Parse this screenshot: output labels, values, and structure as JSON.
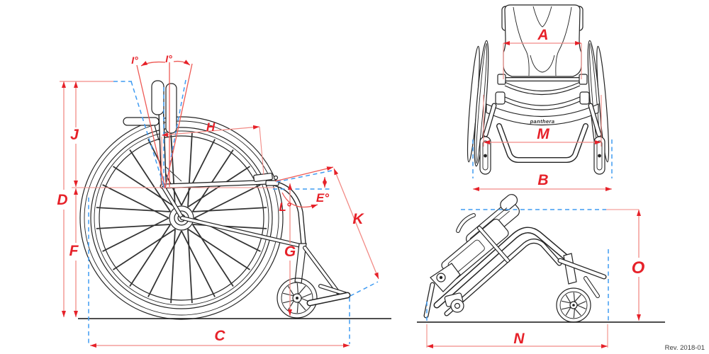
{
  "labels": {
    "side": {
      "i_left": "I°",
      "i_right": "I°",
      "j": "J",
      "d": "D",
      "f": "F",
      "h": "H",
      "e": "E°",
      "l": "L°",
      "k": "K",
      "g": "G",
      "c": "C"
    },
    "front": {
      "a": "A",
      "m": "M",
      "b": "B"
    },
    "tilted": {
      "o": "O",
      "n": "N"
    }
  },
  "brand": "panthera",
  "revision": "Rev. 2018-01",
  "colors": {
    "dimension_label": "#e62129",
    "dimension_line": "#f28b86",
    "dimension_hot": "#ee5a55",
    "construction_line": "#3f9bf2",
    "drawing_line": "#232323",
    "ground_line": "#141414",
    "background": "#ffffff"
  }
}
